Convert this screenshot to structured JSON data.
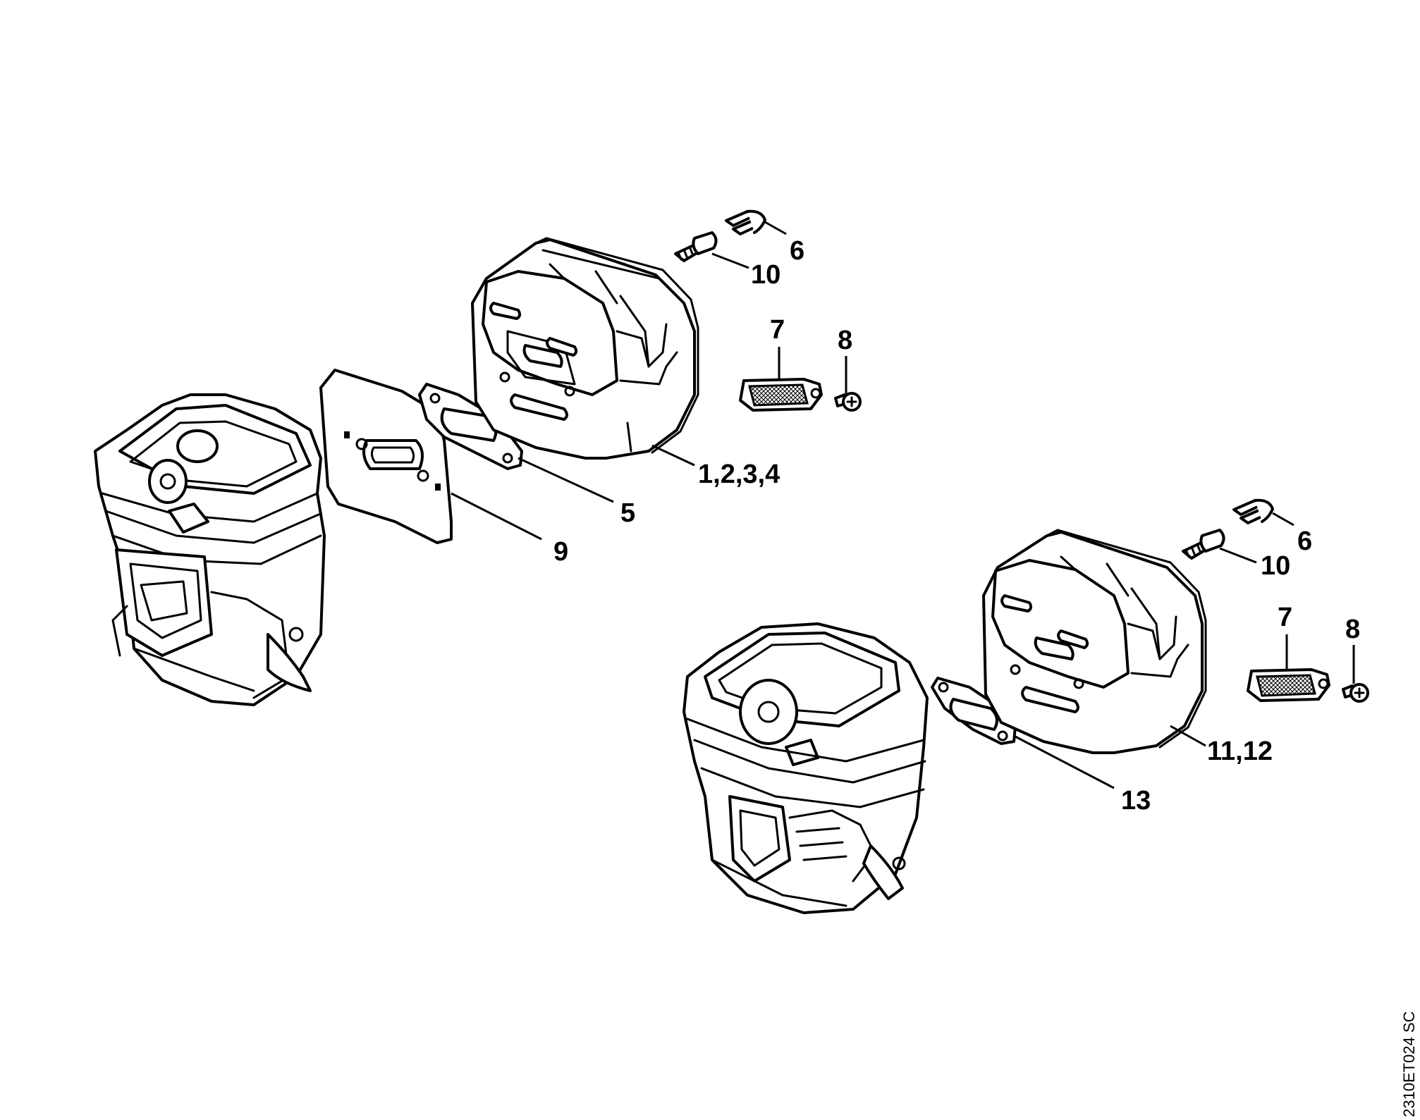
{
  "drawing_code": "2310ET024 SC",
  "callouts": {
    "top_6": "6",
    "top_10": "10",
    "top_7": "7",
    "top_8": "8",
    "top_1234": "1,2,3,4",
    "top_5": "5",
    "top_9": "9",
    "bottom_6": "6",
    "bottom_10": "10",
    "bottom_7": "7",
    "bottom_8": "8",
    "bottom_1112": "11,12",
    "bottom_13": "13"
  },
  "colors": {
    "line": "#000000",
    "background": "#ffffff"
  }
}
